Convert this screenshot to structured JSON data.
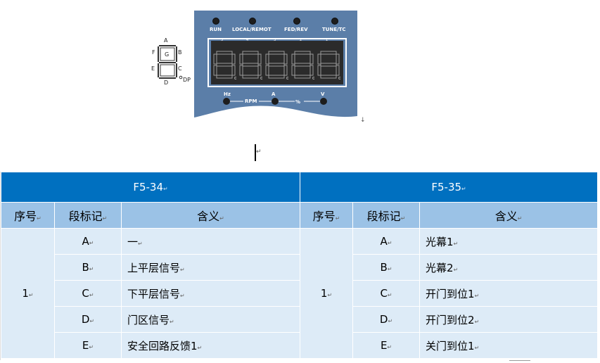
{
  "segment_legend": {
    "letters": {
      "a": "A",
      "b": "B",
      "c": "C",
      "d": "D",
      "e": "E",
      "f": "F",
      "g": "G",
      "dp": "DP"
    }
  },
  "panel": {
    "indicators": [
      "RUN",
      "LOCAL/REMOT",
      "FED/REV",
      "TUNE/TC"
    ],
    "digit_positions": [
      "5",
      "4",
      "3",
      "2",
      "1"
    ],
    "unit_labels": {
      "hz": "Hz",
      "rpm": "RPM",
      "a": "A",
      "percent": "%",
      "v": "V"
    },
    "colors": {
      "panel": "#5b7ea8",
      "display": "#2b2b2b",
      "segment": "#9a9a9a"
    }
  },
  "paragraph_mark": "↓",
  "return_mark": "↵",
  "table": {
    "header_colors": {
      "top": "#0070c0",
      "sub": "#9bc2e6",
      "body": "#ddebf7"
    },
    "left": {
      "title": "F5-34",
      "columns": [
        "序号",
        "段标记",
        "含义"
      ],
      "index": "1",
      "rows": [
        {
          "seg": "A",
          "meaning": "一"
        },
        {
          "seg": "B",
          "meaning": "上平层信号"
        },
        {
          "seg": "C",
          "meaning": "下平层信号"
        },
        {
          "seg": "D",
          "meaning": "门区信号"
        },
        {
          "seg": "E",
          "meaning": "安全回路反馈1"
        }
      ]
    },
    "right": {
      "title": "F5-35",
      "columns": [
        "序号",
        "段标记",
        "含义"
      ],
      "index": "1",
      "rows": [
        {
          "seg": "A",
          "meaning": "光幕1"
        },
        {
          "seg": "B",
          "meaning": "光幕2"
        },
        {
          "seg": "C",
          "meaning": "开门到位1"
        },
        {
          "seg": "D",
          "meaning": "开门到位2"
        },
        {
          "seg": "E",
          "meaning": "关门到位1"
        }
      ]
    }
  }
}
